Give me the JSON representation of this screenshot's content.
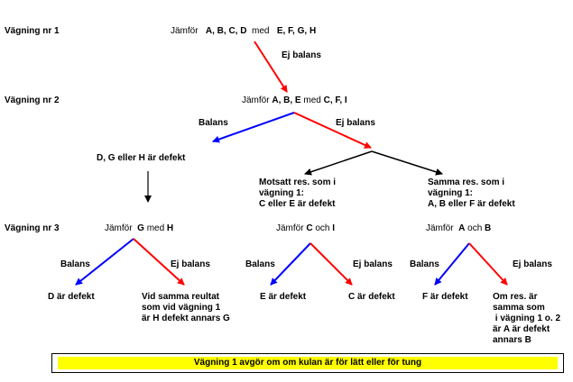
{
  "rows": {
    "w1": "Vägning nr 1",
    "w2": "Vägning nr 2",
    "w3": "Vägning nr 3"
  },
  "weigh1": {
    "jamfor": "Jämför",
    "left": "A, B, C, D",
    "med": "med",
    "right": "E, F, G, H",
    "outcome": "Ej balans"
  },
  "weigh2": {
    "jamfor": "Jämför",
    "left": "A, B, E",
    "med": "med",
    "right": "C, F, I",
    "balans": "Balans",
    "ej_balans": "Ej balans"
  },
  "node_dgh": "D, G eller H är defekt",
  "node_motsatt": [
    "Motsatt res. som i",
    "vägning 1:",
    "C eller E är defekt"
  ],
  "node_samma": [
    "Samma res. som i",
    "vägning 1:",
    "A, B eller F är defekt"
  ],
  "weigh3": {
    "a": {
      "jamfor": "Jämför",
      "left": "G",
      "med": "med",
      "right": "H",
      "balans": "Balans",
      "ej_balans": "Ej balans",
      "res_left": "D är defekt",
      "res_right": [
        "Vid samma reultat",
        "som vid vägning 1",
        "är H defekt annars G"
      ]
    },
    "b": {
      "jamfor": "Jämför",
      "left": "C",
      "och": "och",
      "right": "I",
      "balans": "Balans",
      "ej_balans": "Ej balans",
      "res_left": "E är defekt",
      "res_right": "C är defekt"
    },
    "c": {
      "jamfor": "Jämför",
      "left": "A",
      "och": "och",
      "right": "B",
      "balans": "Balans",
      "ej_balans": "Ej balans",
      "res_left": "F är defekt",
      "res_right": [
        "Om res. är",
        "samma som",
        " i vägning 1 o. 2",
        "är A är defekt",
        "annars B"
      ]
    }
  },
  "footer": "Vägning 1 avgör om om kulan är för lätt eller för tung",
  "colors": {
    "balans_arrow": "#0000ff",
    "ej_balans_arrow": "#ff0000",
    "neutral_arrow": "#000000",
    "footer_fill": "#ffff00"
  }
}
